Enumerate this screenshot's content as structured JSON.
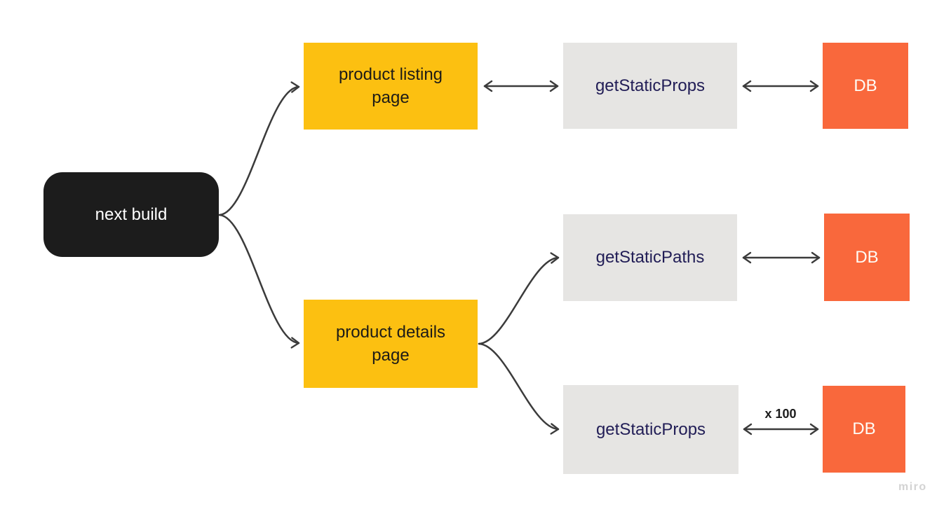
{
  "canvas": {
    "background": "#ffffff",
    "watermark": "miro"
  },
  "colors": {
    "node_black": "#1c1c1c",
    "node_yellow": "#fcc011",
    "node_gray": "#e6e5e3",
    "node_orange": "#f9683c",
    "text_on_black": "#ffffff",
    "text_on_yellow": "#1d1b17",
    "text_on_gray": "#211d56",
    "text_on_orange": "#fefcf6",
    "connector": "#3b3b3b",
    "edge_label": "#1c1c1c",
    "watermark": "#d3d3d3"
  },
  "nodes": [
    {
      "id": "next-build",
      "label": "next build",
      "shape": "rounded-rect",
      "bg": "#1c1c1c",
      "text_color": "#ffffff"
    },
    {
      "id": "product-listing-page",
      "label": "product listing page",
      "shape": "rect",
      "bg": "#fcc011",
      "text_color": "#1d1b17"
    },
    {
      "id": "get-static-props-top",
      "label": "getStaticProps",
      "shape": "rect",
      "bg": "#e6e5e3",
      "text_color": "#211d56"
    },
    {
      "id": "db-top",
      "label": "DB",
      "shape": "rect",
      "bg": "#f9683c",
      "text_color": "#fefcf6"
    },
    {
      "id": "get-static-paths",
      "label": "getStaticPaths",
      "shape": "rect",
      "bg": "#e6e5e3",
      "text_color": "#211d56"
    },
    {
      "id": "db-middle",
      "label": "DB",
      "shape": "rect",
      "bg": "#f9683c",
      "text_color": "#fefcf6"
    },
    {
      "id": "product-details-page",
      "label": "product details page",
      "shape": "rect",
      "bg": "#fcc011",
      "text_color": "#1d1b17"
    },
    {
      "id": "get-static-props-bottom",
      "label": "getStaticProps",
      "shape": "rect",
      "bg": "#e6e5e3",
      "text_color": "#211d56"
    },
    {
      "id": "db-bottom",
      "label": "DB",
      "shape": "rect",
      "bg": "#f9683c",
      "text_color": "#fefcf6"
    }
  ],
  "edges": [
    {
      "from": "next-build",
      "to": "product-listing-page",
      "direction": "one-way",
      "label": ""
    },
    {
      "from": "next-build",
      "to": "product-details-page",
      "direction": "one-way",
      "label": ""
    },
    {
      "from": "product-listing-page",
      "to": "get-static-props-top",
      "direction": "two-way",
      "label": ""
    },
    {
      "from": "get-static-props-top",
      "to": "db-top",
      "direction": "two-way",
      "label": ""
    },
    {
      "from": "product-details-page",
      "to": "get-static-paths",
      "direction": "one-way",
      "label": ""
    },
    {
      "from": "product-details-page",
      "to": "get-static-props-bottom",
      "direction": "one-way",
      "label": ""
    },
    {
      "from": "get-static-paths",
      "to": "db-middle",
      "direction": "two-way",
      "label": ""
    },
    {
      "from": "get-static-props-bottom",
      "to": "db-bottom",
      "direction": "two-way",
      "label": "x 100"
    }
  ]
}
